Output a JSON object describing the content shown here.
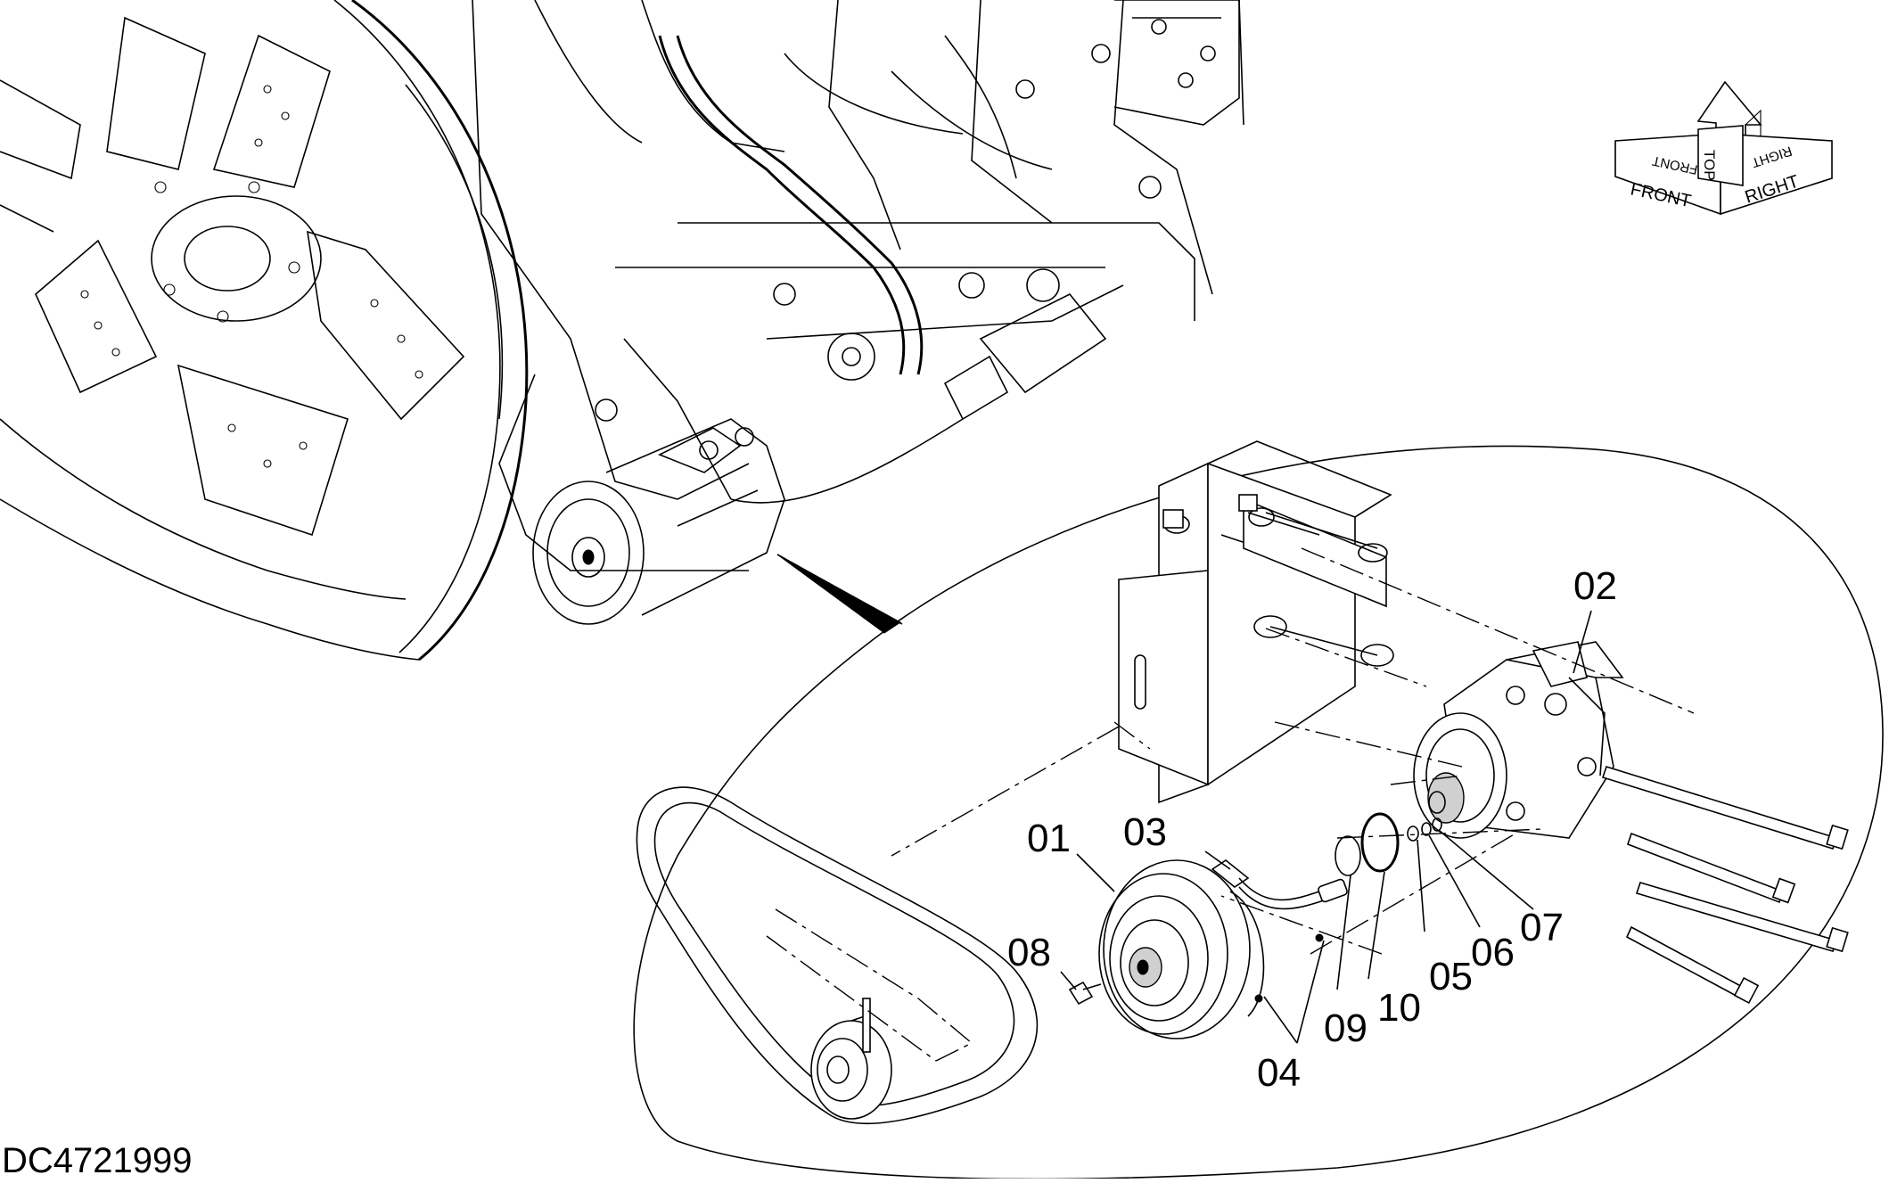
{
  "document_code": "DC4721999",
  "orientation": {
    "front": "FRONT",
    "top": "TOP",
    "right": "RIGHT"
  },
  "callouts": {
    "p01": "01",
    "p02": "02",
    "p03": "03",
    "p04": "04",
    "p05": "05",
    "p06": "06",
    "p07": "07",
    "p08": "08",
    "p09": "09",
    "p10": "10"
  }
}
